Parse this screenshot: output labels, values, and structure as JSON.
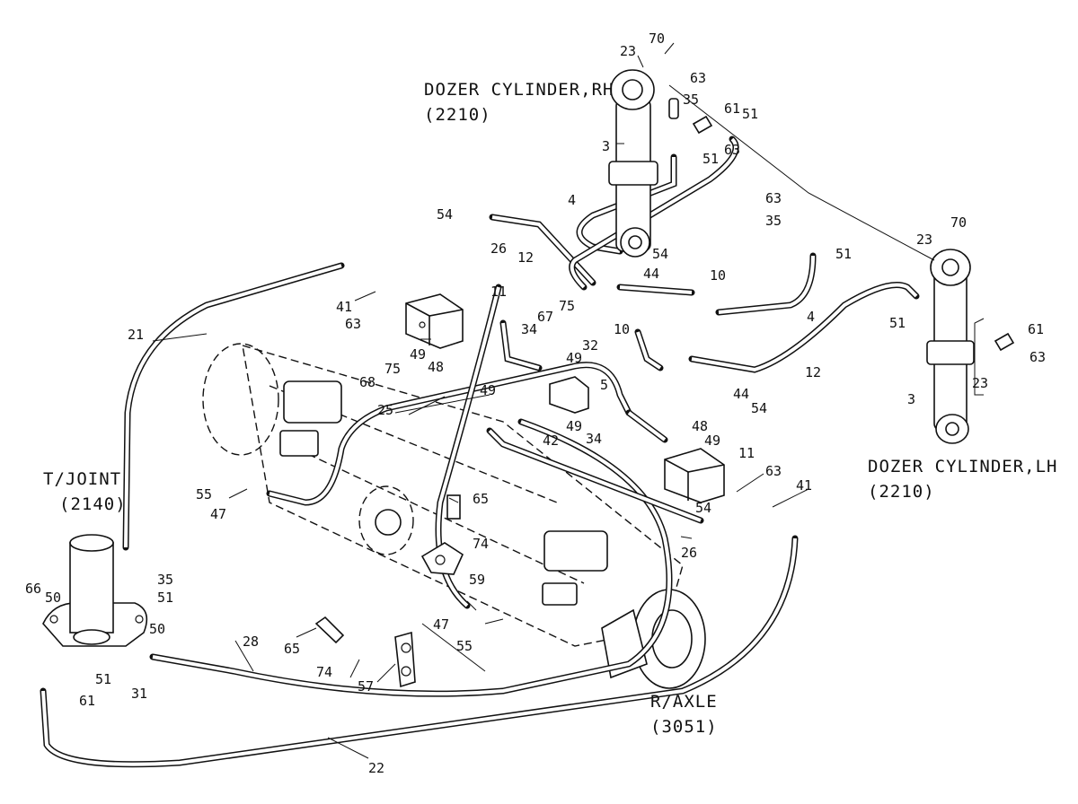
{
  "assemblies": {
    "rh": {
      "name": "DOZER CYLINDER,RH",
      "code": "(2210)"
    },
    "lh": {
      "name": "DOZER CYLINDER,LH",
      "code": "(2210)"
    },
    "joint": {
      "name": "T/JOINT",
      "code": "(2140)"
    },
    "axle": {
      "name": "R/AXLE",
      "code": "(3051)"
    }
  },
  "callouts": [
    "70",
    "23",
    "63",
    "35",
    "61",
    "51",
    "3",
    "51",
    "63",
    "4",
    "54",
    "26",
    "54",
    "12",
    "44",
    "10",
    "63",
    "35",
    "51",
    "70",
    "23",
    "21",
    "41",
    "11",
    "63",
    "75",
    "68",
    "49",
    "48",
    "75",
    "67",
    "34",
    "32",
    "10",
    "12",
    "4",
    "51",
    "61",
    "63",
    "3",
    "23",
    "25",
    "49",
    "49",
    "5",
    "44",
    "54",
    "49",
    "34",
    "42",
    "48",
    "49",
    "11",
    "63",
    "41",
    "55",
    "47",
    "65",
    "74",
    "59",
    "26",
    "54",
    "66",
    "50",
    "35",
    "51",
    "50",
    "51",
    "31",
    "61",
    "28",
    "65",
    "74",
    "57",
    "47",
    "55",
    "22"
  ]
}
